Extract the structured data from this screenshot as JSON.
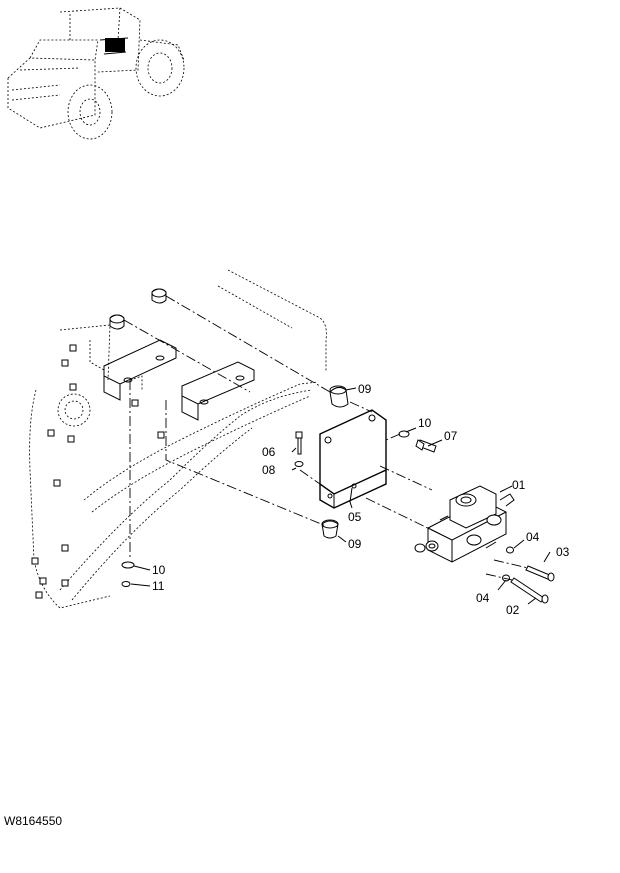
{
  "drawing_code": "W8164550",
  "callouts": {
    "c01": "01",
    "c02": "02",
    "c03": "03",
    "c04a": "04",
    "c04b": "04",
    "c05": "05",
    "c06": "06",
    "c07": "07",
    "c08": "08",
    "c09a": "09",
    "c09b": "09",
    "c10a": "10",
    "c10b": "10",
    "c11": "11"
  }
}
